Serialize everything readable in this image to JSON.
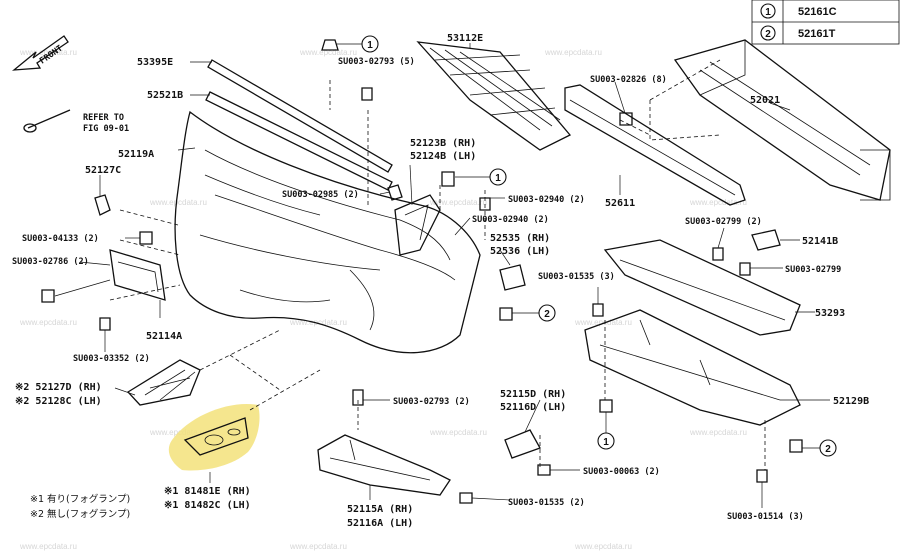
{
  "legend": {
    "rows": [
      {
        "marker": "1",
        "part": "52161C"
      },
      {
        "marker": "2",
        "part": "52161T"
      }
    ]
  },
  "direction": {
    "label": "FRONT"
  },
  "refer_note": {
    "line1": "REFER TO",
    "line2": "FIG 09-01"
  },
  "parts": {
    "p53395E": "53395E",
    "p52521B": "52521B",
    "p52119A": "52119A",
    "p52127C": "52127C",
    "p53112E": "53112E",
    "p52021": "52021",
    "p52611": "52611",
    "p52123B": "52123B (RH)",
    "p52124B": "52124B (LH)",
    "p52535": "52535 (RH)",
    "p52536": "52536 (LH)",
    "p52141B": "52141B",
    "p53293": "53293",
    "p52114A": "52114A",
    "p52129B": "52129B",
    "p52127D": "※2 52127D (RH)",
    "p52128C": "※2 52128C (LH)",
    "p81481E": "※1 81481E (RH)",
    "p81482C": "※1 81482C (LH)",
    "p52115D": "52115D (RH)",
    "p52116D": "52116D (LH)",
    "p52115A": "52115A (RH)",
    "p52116A": "52116A (LH)"
  },
  "fasteners": {
    "f_02793_5": "SU003-02793 (5)",
    "f_02826_8": "SU003-02826 (8)",
    "f_02985_2": "SU003-02985 (2)",
    "f_02940_2a": "SU003-02940 (2)",
    "f_02940_2b": "SU003-02940 (2)",
    "f_04133_2": "SU003-04133 (2)",
    "f_02786_2": "SU003-02786 (2)",
    "f_03352_2": "SU003-03352 (2)",
    "f_02799_2": "SU003-02799 (2)",
    "f_02799": "SU003-02799",
    "f_01535_3": "SU003-01535 (3)",
    "f_02793_2": "SU003-02793 (2)",
    "f_00063_2": "SU003-00063 (2)",
    "f_01535_2": "SU003-01535 (2)",
    "f_01514_3": "SU003-01514 (3)"
  },
  "callouts": {
    "c1": "1",
    "c2": "2"
  },
  "footnotes": {
    "n1": "※1 有り(フォグランプ)",
    "n2": "※2 無し(フォグランプ)"
  },
  "watermark": "www.epcdata.ru",
  "highlight_color": "#f3e27a"
}
